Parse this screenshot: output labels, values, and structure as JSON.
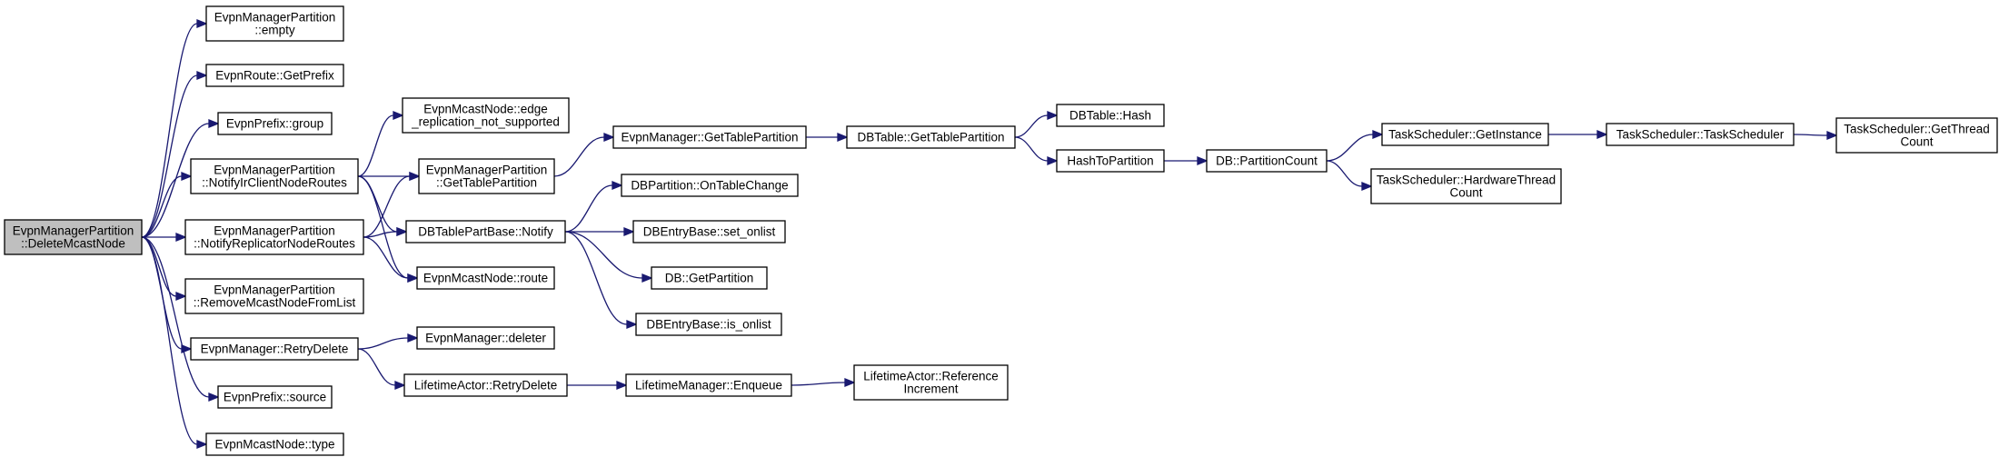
{
  "diagram": {
    "type": "call-graph",
    "colors": {
      "edge": "#191970",
      "root_fill": "#bfbfbf",
      "node_fill": "#ffffff",
      "node_stroke": "#000000"
    },
    "nodes": [
      {
        "id": "root",
        "lines": [
          "EvpnManagerPartition",
          "::DeleteMcastNode"
        ],
        "root": true
      },
      {
        "id": "empty",
        "lines": [
          "EvpnManagerPartition",
          "::empty"
        ]
      },
      {
        "id": "getprefix",
        "lines": [
          "EvpnRoute::GetPrefix"
        ]
      },
      {
        "id": "group",
        "lines": [
          "EvpnPrefix::group"
        ]
      },
      {
        "id": "notifyir",
        "lines": [
          "EvpnManagerPartition",
          "::NotifyIrClientNodeRoutes"
        ]
      },
      {
        "id": "notifyrep",
        "lines": [
          "EvpnManagerPartition",
          "::NotifyReplicatorNodeRoutes"
        ]
      },
      {
        "id": "removemcast",
        "lines": [
          "EvpnManagerPartition",
          "::RemoveMcastNodeFromList"
        ]
      },
      {
        "id": "retrydelete",
        "lines": [
          "EvpnManager::RetryDelete"
        ]
      },
      {
        "id": "source",
        "lines": [
          "EvpnPrefix::source"
        ]
      },
      {
        "id": "type",
        "lines": [
          "EvpnMcastNode::type"
        ]
      },
      {
        "id": "edgerep",
        "lines": [
          "EvpnMcastNode::edge",
          "_replication_not_supported"
        ]
      },
      {
        "id": "emp_gettable",
        "lines": [
          "EvpnManagerPartition",
          "::GetTablePartition"
        ]
      },
      {
        "id": "tpb_notify",
        "lines": [
          "DBTablePartBase::Notify"
        ]
      },
      {
        "id": "route",
        "lines": [
          "EvpnMcastNode::route"
        ]
      },
      {
        "id": "deleter",
        "lines": [
          "EvpnManager::deleter"
        ]
      },
      {
        "id": "la_retry",
        "lines": [
          "LifetimeActor::RetryDelete"
        ]
      },
      {
        "id": "em_gettable",
        "lines": [
          "EvpnManager::GetTablePartition"
        ]
      },
      {
        "id": "ontablechange",
        "lines": [
          "DBPartition::OnTableChange"
        ]
      },
      {
        "id": "setonlist",
        "lines": [
          "DBEntryBase::set_onlist"
        ]
      },
      {
        "id": "getpartition",
        "lines": [
          "DB::GetPartition"
        ]
      },
      {
        "id": "isonlist",
        "lines": [
          "DBEntryBase::is_onlist"
        ]
      },
      {
        "id": "enqueue",
        "lines": [
          "LifetimeManager::Enqueue"
        ]
      },
      {
        "id": "dbt_gettable",
        "lines": [
          "DBTable::GetTablePartition"
        ]
      },
      {
        "id": "refinc",
        "lines": [
          "LifetimeActor::Reference",
          "Increment"
        ]
      },
      {
        "id": "hash",
        "lines": [
          "DBTable::Hash"
        ]
      },
      {
        "id": "hashtopart",
        "lines": [
          "HashToPartition"
        ]
      },
      {
        "id": "partcount",
        "lines": [
          "DB::PartitionCount"
        ]
      },
      {
        "id": "getinstance",
        "lines": [
          "TaskScheduler::GetInstance"
        ]
      },
      {
        "id": "hwthread",
        "lines": [
          "TaskScheduler::HardwareThread",
          "Count"
        ]
      },
      {
        "id": "taskscheduler",
        "lines": [
          "TaskScheduler::TaskScheduler"
        ]
      },
      {
        "id": "getthread",
        "lines": [
          "TaskScheduler::GetThread",
          "Count"
        ]
      }
    ],
    "edges": [
      {
        "from": "root",
        "to": "empty"
      },
      {
        "from": "root",
        "to": "getprefix"
      },
      {
        "from": "root",
        "to": "group"
      },
      {
        "from": "root",
        "to": "notifyir"
      },
      {
        "from": "root",
        "to": "notifyrep"
      },
      {
        "from": "root",
        "to": "removemcast"
      },
      {
        "from": "root",
        "to": "retrydelete"
      },
      {
        "from": "root",
        "to": "source"
      },
      {
        "from": "root",
        "to": "type"
      },
      {
        "from": "notifyir",
        "to": "edgerep"
      },
      {
        "from": "notifyir",
        "to": "emp_gettable"
      },
      {
        "from": "notifyir",
        "to": "tpb_notify"
      },
      {
        "from": "notifyir",
        "to": "route"
      },
      {
        "from": "notifyrep",
        "to": "emp_gettable"
      },
      {
        "from": "notifyrep",
        "to": "tpb_notify"
      },
      {
        "from": "notifyrep",
        "to": "route"
      },
      {
        "from": "retrydelete",
        "to": "deleter"
      },
      {
        "from": "retrydelete",
        "to": "la_retry"
      },
      {
        "from": "emp_gettable",
        "to": "em_gettable"
      },
      {
        "from": "tpb_notify",
        "to": "ontablechange"
      },
      {
        "from": "tpb_notify",
        "to": "setonlist"
      },
      {
        "from": "tpb_notify",
        "to": "getpartition"
      },
      {
        "from": "tpb_notify",
        "to": "isonlist"
      },
      {
        "from": "la_retry",
        "to": "enqueue"
      },
      {
        "from": "em_gettable",
        "to": "dbt_gettable"
      },
      {
        "from": "enqueue",
        "to": "refinc"
      },
      {
        "from": "dbt_gettable",
        "to": "hash"
      },
      {
        "from": "dbt_gettable",
        "to": "hashtopart"
      },
      {
        "from": "hashtopart",
        "to": "partcount"
      },
      {
        "from": "partcount",
        "to": "getinstance"
      },
      {
        "from": "partcount",
        "to": "hwthread"
      },
      {
        "from": "getinstance",
        "to": "taskscheduler"
      },
      {
        "from": "taskscheduler",
        "to": "getthread"
      }
    ]
  }
}
